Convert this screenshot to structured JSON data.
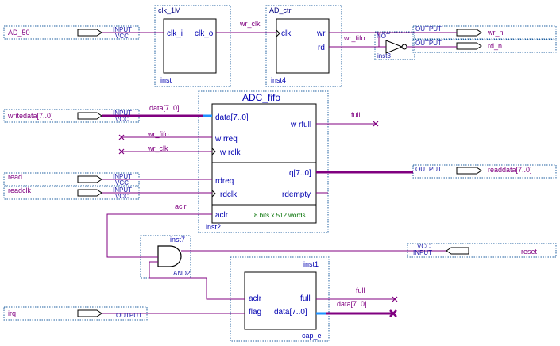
{
  "colors": {
    "wire": "#800080",
    "bus": "#800080",
    "box_dotted": "#2060a0",
    "text_blue": "#0000b0",
    "pin_text": "#1a1aa8",
    "bus_tap": "#1e90ff"
  },
  "pins": {
    "ad50": {
      "name": "AD_50",
      "kind": "INPUT",
      "sub": "VCC"
    },
    "writedata": {
      "name": "writedata[7..0]",
      "kind": "INPUT",
      "sub": "VCC"
    },
    "read": {
      "name": "read",
      "kind": "INPUT",
      "sub": "VCC"
    },
    "readclk": {
      "name": "readclk",
      "kind": "INPUT",
      "sub": "VCC"
    },
    "irq": {
      "name": "irq",
      "kind": "OUTPUT"
    },
    "wr_n": {
      "name": "wr_n",
      "kind": "OUTPUT"
    },
    "rd_n": {
      "name": "rd_n",
      "kind": "OUTPUT"
    },
    "readdata": {
      "name": "readdata[7..0]",
      "kind": "OUTPUT"
    },
    "reset": {
      "name": "reset",
      "kind": "INPUT",
      "sub": "VCC"
    }
  },
  "blocks": {
    "clk1m": {
      "title": "clk_1M",
      "in": "clk_i",
      "out": "clk_o",
      "inst": "inst"
    },
    "adctr": {
      "title": "AD_ctr",
      "in": "clk",
      "out1": "wr",
      "out2": "rd",
      "inst": "inst4"
    },
    "not": {
      "title": "NOT",
      "inst": "inst3"
    },
    "fifo": {
      "title": "ADC_fifo",
      "p_data": "data[7..0]",
      "p_wrreq": "w rreq",
      "p_wrclk": "w rclk",
      "p_rdreq": "rdreq",
      "p_rdclk": "rdclk",
      "p_aclr": "aclr",
      "p_wrfull": "w rfull",
      "p_q": "q[7..0]",
      "p_rdempty": "rdempty",
      "info": "8 bits x 512 words",
      "inst": "inst2"
    },
    "and2": {
      "title": "inst7",
      "label": "AND2"
    },
    "cap": {
      "title": "inst1",
      "p_aclr": "aclr",
      "p_flag": "flag",
      "p_full": "full",
      "p_data": "data[7..0]",
      "inst": "cap_e"
    }
  },
  "wires": {
    "wr_clk": "wr_clk",
    "wr_fifo": "wr_fifo",
    "data": "data[7..0]",
    "full": "full",
    "wr_fifo2": "wr_fifo",
    "wr_clk2": "wr_clk",
    "aclr": "aclr",
    "full2": "full",
    "data2": "data[7..0]"
  }
}
